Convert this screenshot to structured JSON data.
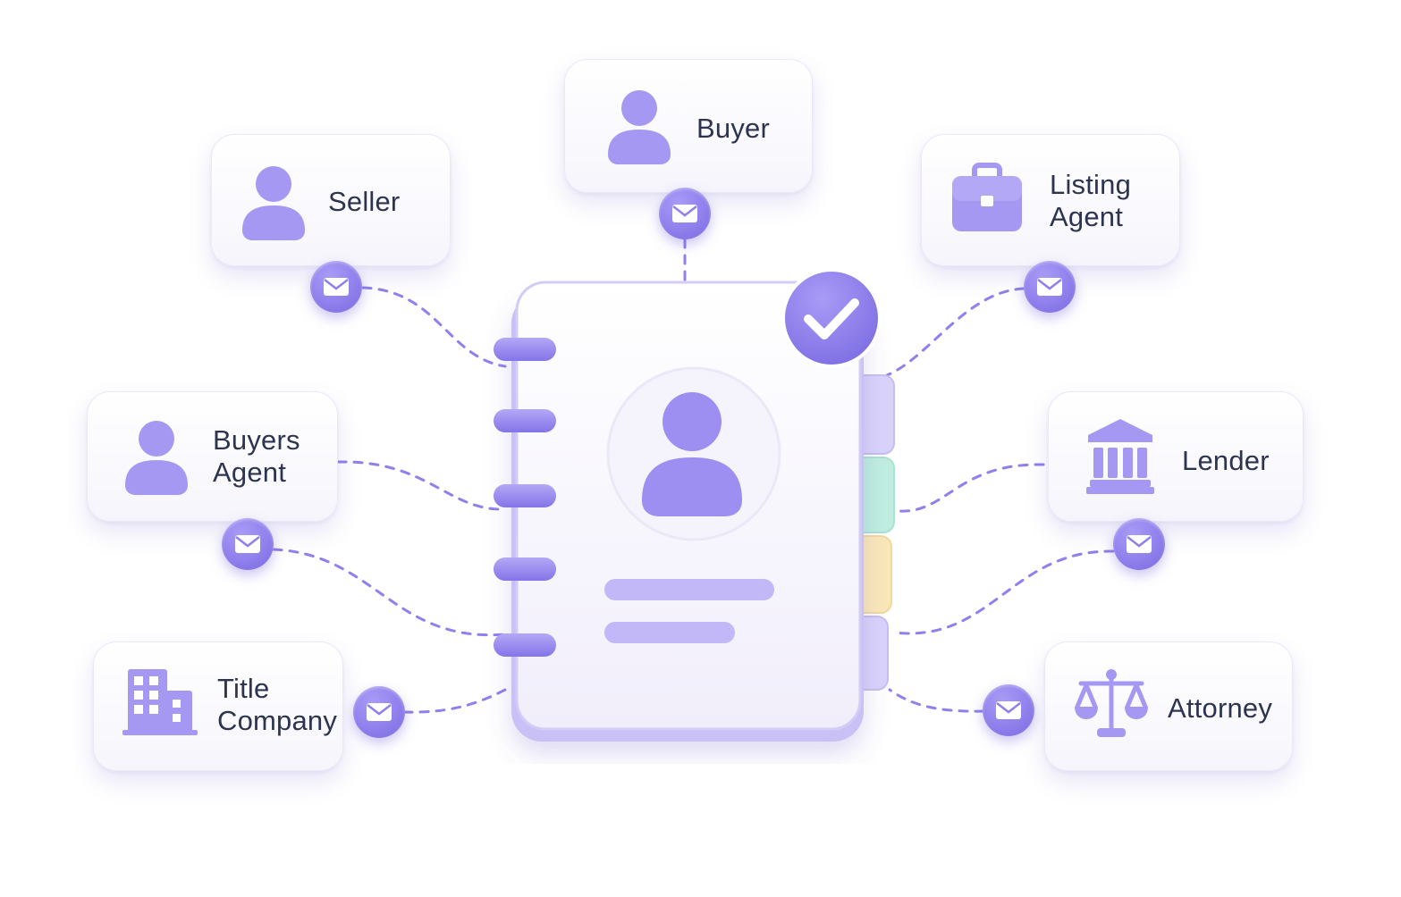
{
  "colors": {
    "accent": "#8f80ec",
    "accent_light": "#b3a8f6",
    "text": "#2c3450",
    "tab_green": "#bfeee0",
    "tab_yellow": "#fbe8b8"
  },
  "contacts": [
    {
      "id": "buyer",
      "icon": "person-icon",
      "lines": [
        "Buyer"
      ]
    },
    {
      "id": "seller",
      "icon": "person-icon",
      "lines": [
        "Seller"
      ]
    },
    {
      "id": "listing-agent",
      "icon": "briefcase-icon",
      "lines": [
        "Listing",
        "Agent"
      ]
    },
    {
      "id": "buyers-agent",
      "icon": "person-icon",
      "lines": [
        "Buyers",
        "Agent"
      ]
    },
    {
      "id": "lender",
      "icon": "bank-icon",
      "lines": [
        "Lender"
      ]
    },
    {
      "id": "title-company",
      "icon": "building-icon",
      "lines": [
        "Title",
        "Company"
      ]
    },
    {
      "id": "attorney",
      "icon": "scales-icon",
      "lines": [
        "Attorney"
      ]
    }
  ],
  "center": {
    "icon": "address-book-icon",
    "badge_icon": "check-icon",
    "profile_icon": "person-icon",
    "tab_colors": [
      "#d9d3fa",
      "#bfeee0",
      "#fbe8b8",
      "#d9d3fa"
    ]
  },
  "mail_icon": "envelope-icon"
}
